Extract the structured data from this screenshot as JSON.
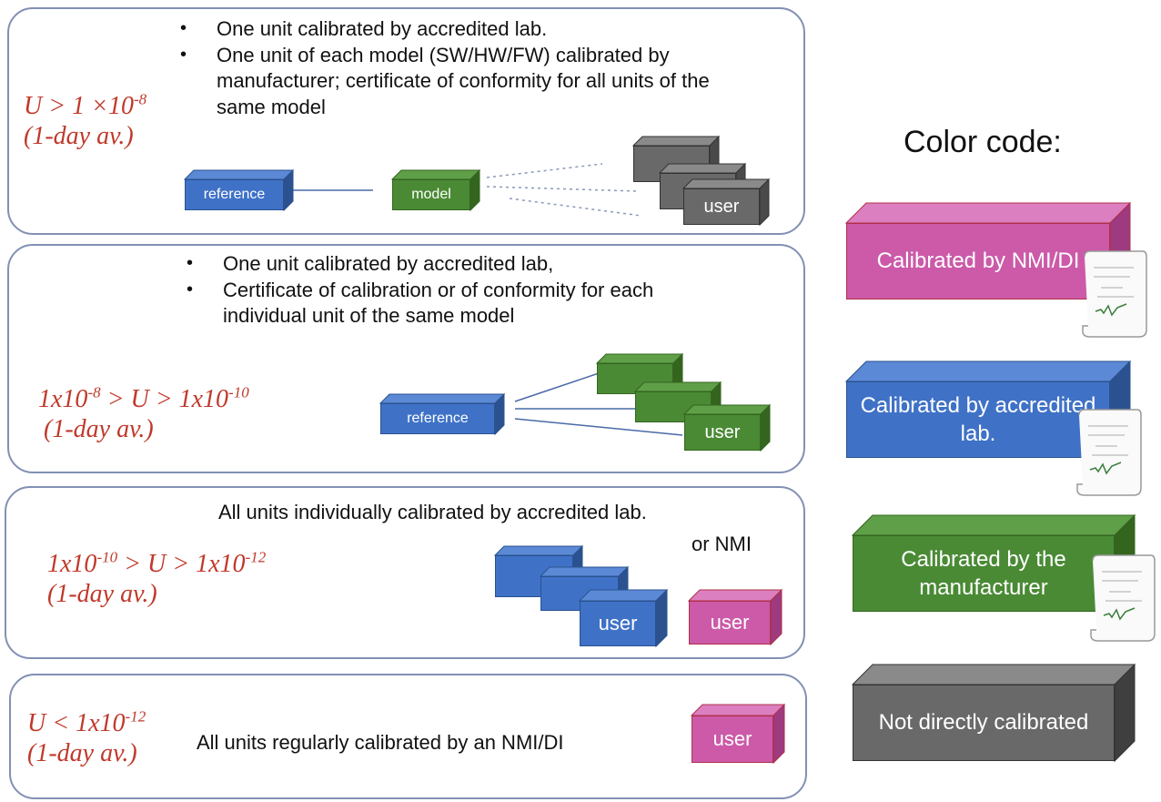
{
  "colors": {
    "nmi": "#cc5aa8",
    "nmi_dark": "#9e3a80",
    "lab": "#3f72c7",
    "lab_dark": "#2b528f",
    "mfr": "#4a8a35",
    "mfr_dark": "#34651f",
    "none": "#696969",
    "none_dark": "#3f3f3f",
    "uncertainty": "#c0392b",
    "panel_border": "#8290b3"
  },
  "panel1": {
    "u_line1": "U > 1 ×10",
    "u_exp1": "-8",
    "u_line2": "(1-day av.)",
    "bullets": [
      "One unit calibrated by accredited lab.",
      "One unit of each model (SW/HW/FW) calibrated by manufacturer; certificate of conformity  for all units of the same model"
    ],
    "box_reference": "reference",
    "box_model": "model",
    "box_user": "user"
  },
  "panel2": {
    "u_a": "1x10",
    "u_exp_a": "-8",
    "u_b": " > U > 1x10",
    "u_exp_b": "-10",
    "u_line2": "(1-day av.)",
    "bullets": [
      "One unit calibrated by accredited lab,",
      "Certificate of calibration or of conformity  for each individual unit of the same model"
    ],
    "box_reference": "reference",
    "box_user": "user"
  },
  "panel3": {
    "u_a": "1x10",
    "u_exp_a": "-10",
    "u_b": " > U > 1x10",
    "u_exp_b": "-12",
    "u_line2": "(1-day av.)",
    "text_line1": "All units individually calibrated by accredited lab.",
    "text_line2": "or NMI",
    "box_user_lab": "user",
    "box_user_nmi": "user"
  },
  "panel4": {
    "u_a": "U < 1x10",
    "u_exp_a": "-12",
    "u_line2": "(1-day av.)",
    "text": "All units regularly calibrated by an NMI/DI",
    "box_user": "user"
  },
  "legend": {
    "title": "Color code:",
    "items": [
      {
        "label": "Calibrated by NMI/DI",
        "color": "nmi",
        "certificate": true
      },
      {
        "label": "Calibrated by accredited lab.",
        "color": "lab",
        "certificate": true
      },
      {
        "label": "Calibrated by the manufacturer",
        "color": "mfr",
        "certificate": true
      },
      {
        "label": "Not directly calibrated",
        "color": "none",
        "certificate": false
      }
    ]
  }
}
